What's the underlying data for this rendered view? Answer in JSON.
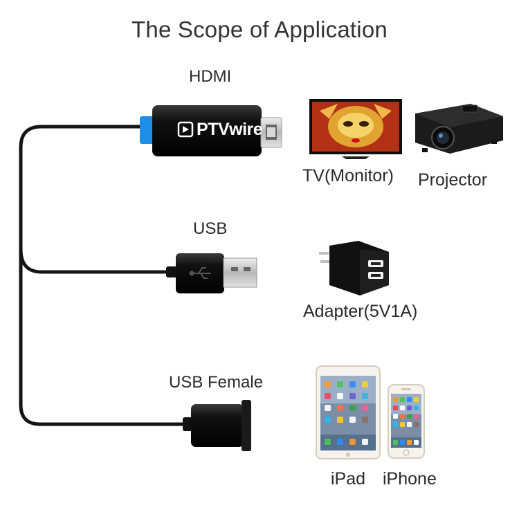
{
  "title": "The Scope of Application",
  "connectors": {
    "hdmi": {
      "label": "HDMI",
      "brand": "PTVwire"
    },
    "usb": {
      "label": "USB"
    },
    "usb_female": {
      "label": "USB Female"
    }
  },
  "devices": {
    "tv": {
      "label": "TV(Monitor)"
    },
    "projector": {
      "label": "Projector"
    },
    "adapter": {
      "label": "Adapter(5V1A)"
    },
    "ipad": {
      "label": "iPad"
    },
    "iphone": {
      "label": "iPhone"
    }
  },
  "colors": {
    "cable": "#141414",
    "accent_blue": "#1f8ee6",
    "metal": "#c9c9c9"
  },
  "icons": {
    "brand": "play-logo-icon",
    "usb_symbol": "usb-trident-icon"
  }
}
